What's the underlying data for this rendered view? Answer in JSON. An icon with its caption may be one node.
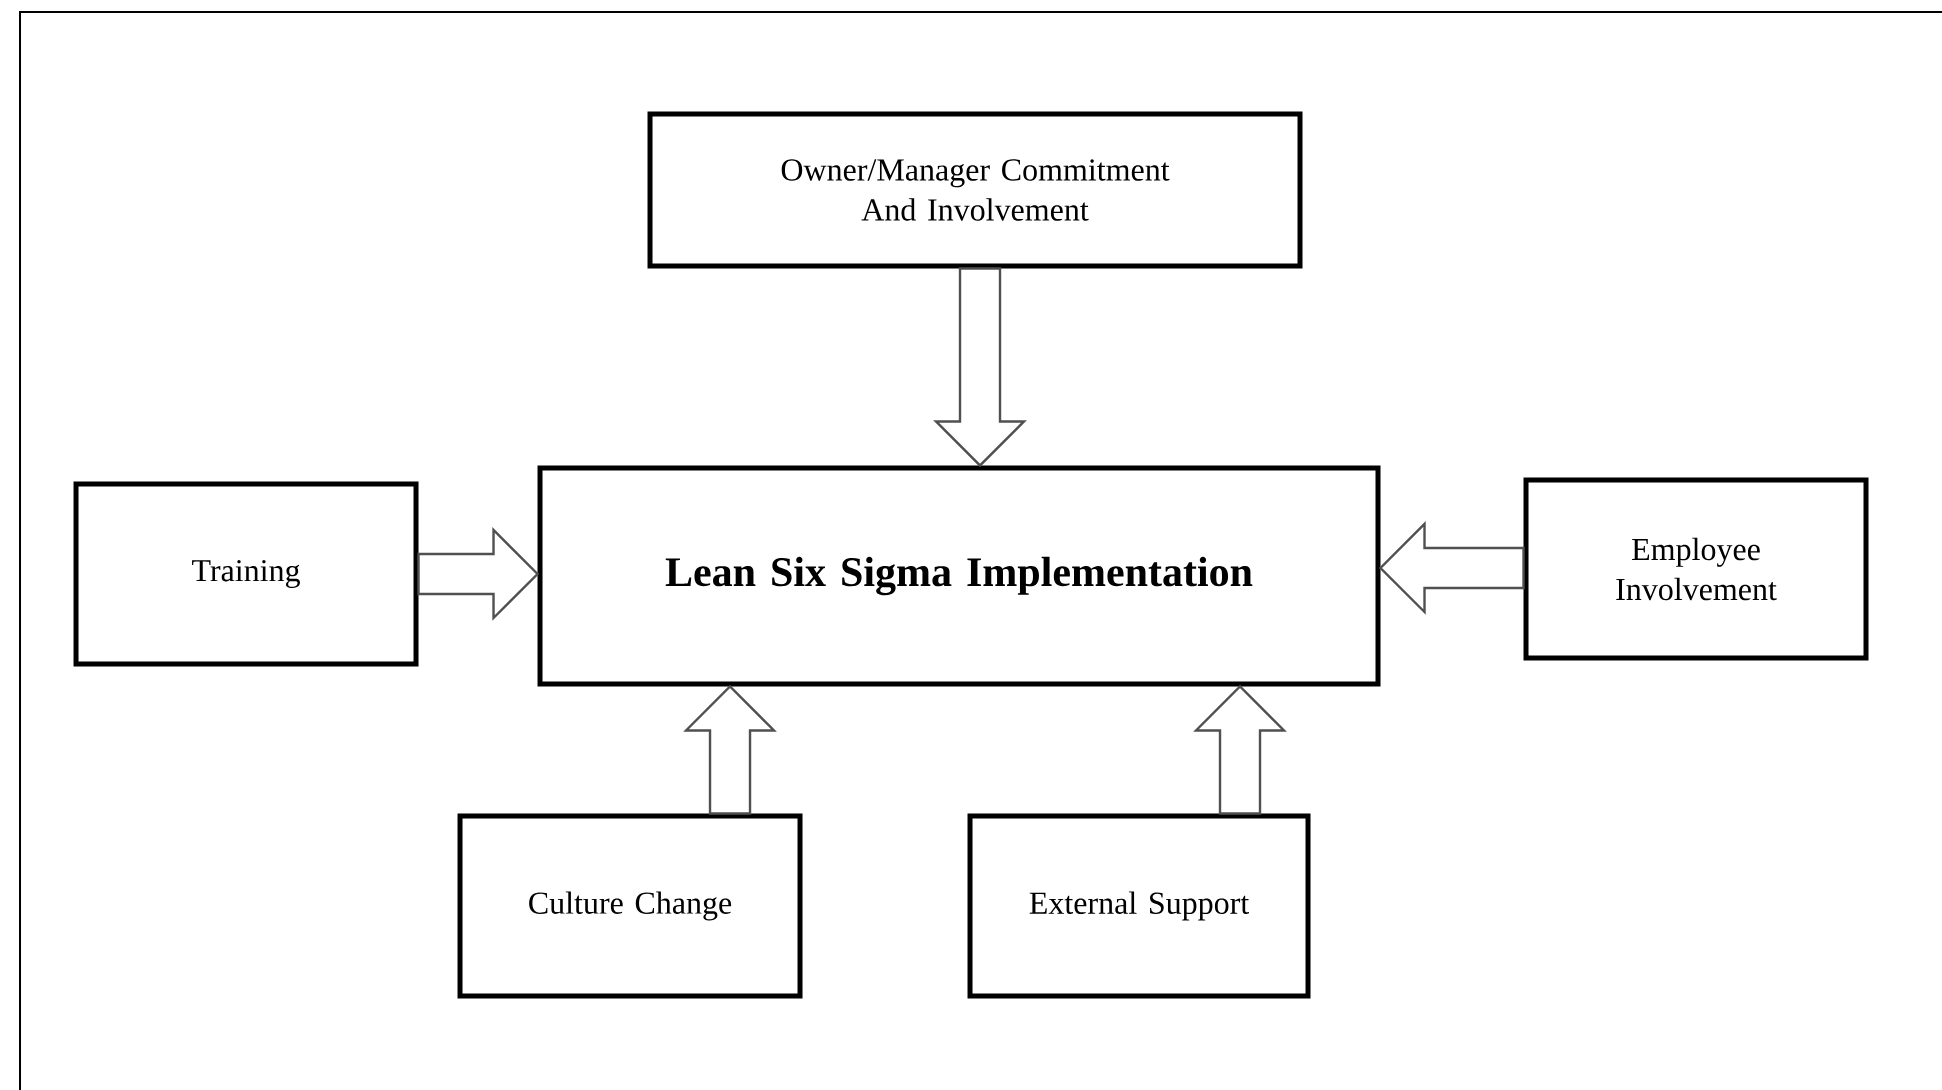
{
  "diagram": {
    "nodes": [
      {
        "text": [
          "Owner/Manager Commitment And Involvement"
        ]
      },
      {
        "text": [
          "Lean Six Sigma Implementation"
        ]
      },
      {
        "text": [
          "Training"
        ]
      },
      {
        "text": [
          "Employee Involvement"
        ]
      },
      {
        "text": [
          "Culture Change"
        ]
      },
      {
        "text": [
          "External Support"
        ]
      }
    ],
    "edges": [
      {
        "from": 0,
        "to": 1,
        "arrow": "to"
      },
      {
        "from": 2,
        "to": 1,
        "arrow": "to"
      },
      {
        "from": 3,
        "to": 1,
        "arrow": "to"
      },
      {
        "from": 4,
        "to": 1,
        "arrow": "to"
      },
      {
        "from": 5,
        "to": 1,
        "arrow": "to"
      }
    ]
  }
}
